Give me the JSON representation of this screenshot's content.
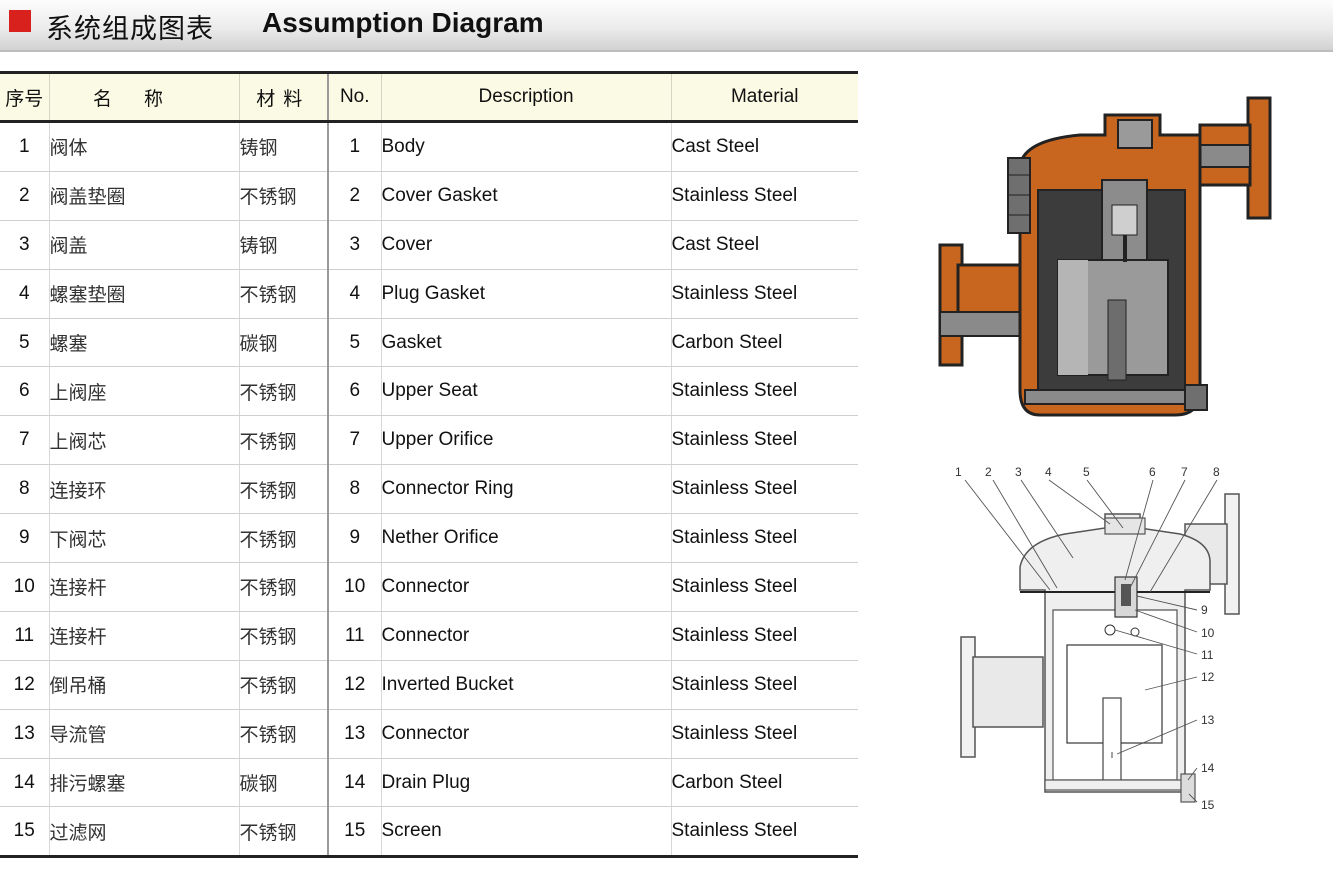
{
  "header": {
    "title_cn": "系统组成图表",
    "title_en": "Assumption Diagram"
  },
  "table": {
    "headers": {
      "seq": "序号",
      "name_cn": "名称",
      "material_cn": "材料",
      "no": "No.",
      "description": "Description",
      "material": "Material"
    },
    "rows": [
      {
        "seq": "1",
        "name_cn": "阀体",
        "material_cn": "铸钢",
        "no": "1",
        "description": "Body",
        "material": "Cast Steel"
      },
      {
        "seq": "2",
        "name_cn": "阀盖垫圈",
        "material_cn": "不锈钢",
        "no": "2",
        "description": "Cover Gasket",
        "material": "Stainless Steel"
      },
      {
        "seq": "3",
        "name_cn": "阀盖",
        "material_cn": "铸钢",
        "no": "3",
        "description": "Cover",
        "material": "Cast Steel"
      },
      {
        "seq": "4",
        "name_cn": "螺塞垫圈",
        "material_cn": "不锈钢",
        "no": "4",
        "description": "Plug Gasket",
        "material": "Stainless Steel"
      },
      {
        "seq": "5",
        "name_cn": "螺塞",
        "material_cn": "碳钢",
        "no": "5",
        "description": "Gasket",
        "material": "Carbon Steel"
      },
      {
        "seq": "6",
        "name_cn": "上阀座",
        "material_cn": "不锈钢",
        "no": "6",
        "description": "Upper Seat",
        "material": "Stainless Steel"
      },
      {
        "seq": "7",
        "name_cn": "上阀芯",
        "material_cn": "不锈钢",
        "no": "7",
        "description": "Upper Orifice",
        "material": "Stainless Steel"
      },
      {
        "seq": "8",
        "name_cn": "连接环",
        "material_cn": "不锈钢",
        "no": "8",
        "description": "Connector Ring",
        "material": "Stainless Steel"
      },
      {
        "seq": "9",
        "name_cn": "下阀芯",
        "material_cn": "不锈钢",
        "no": "9",
        "description": "Nether Orifice",
        "material": "Stainless Steel"
      },
      {
        "seq": "10",
        "name_cn": "连接杆",
        "material_cn": "不锈钢",
        "no": "10",
        "description": "Connector",
        "material": "Stainless Steel"
      },
      {
        "seq": "11",
        "name_cn": "连接杆",
        "material_cn": "不锈钢",
        "no": "11",
        "description": "Connector",
        "material": "Stainless Steel"
      },
      {
        "seq": "12",
        "name_cn": "倒吊桶",
        "material_cn": "不锈钢",
        "no": "12",
        "description": "Inverted Bucket",
        "material": "Stainless Steel"
      },
      {
        "seq": "13",
        "name_cn": "导流管",
        "material_cn": "不锈钢",
        "no": "13",
        "description": "Connector",
        "material": "Stainless Steel"
      },
      {
        "seq": "14",
        "name_cn": "排污螺塞",
        "material_cn": "碳钢",
        "no": "14",
        "description": "Drain Plug",
        "material": "Carbon Steel"
      },
      {
        "seq": "15",
        "name_cn": "过滤网",
        "material_cn": "不锈钢",
        "no": "15",
        "description": "Screen",
        "material": "Stainless Steel"
      }
    ]
  },
  "diagram": {
    "callouts": [
      "1",
      "2",
      "3",
      "4",
      "5",
      "6",
      "7",
      "8",
      "9",
      "10",
      "11",
      "12",
      "13",
      "14",
      "15"
    ]
  },
  "colors": {
    "accent_red": "#d8211c",
    "header_fill": "#fbfbe5",
    "cast_body": "#c8651f",
    "metal_gray": "#9a9a9a"
  }
}
